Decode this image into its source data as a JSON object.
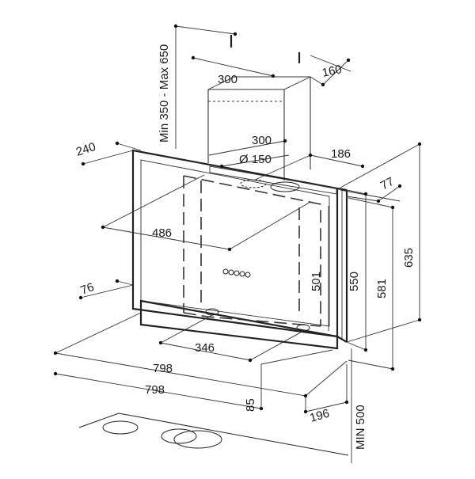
{
  "dimensions": {
    "duct_height": "Min 350 - Max 650",
    "duct_width": "300",
    "duct_depth": "160",
    "outlet_offset": "300",
    "outlet_diameter": "Ø 150",
    "outlet_rear": "186",
    "hood_side": "240",
    "depth_77": "77",
    "panel_486": "486",
    "height_501": "501",
    "height_550": "550",
    "height_581": "581",
    "height_635": "635",
    "left_76": "76",
    "span_346": "346",
    "width_798_a": "798",
    "width_798_b": "798",
    "depth_85": "85",
    "depth_196": "196",
    "min_clearance": "MIN 500"
  }
}
